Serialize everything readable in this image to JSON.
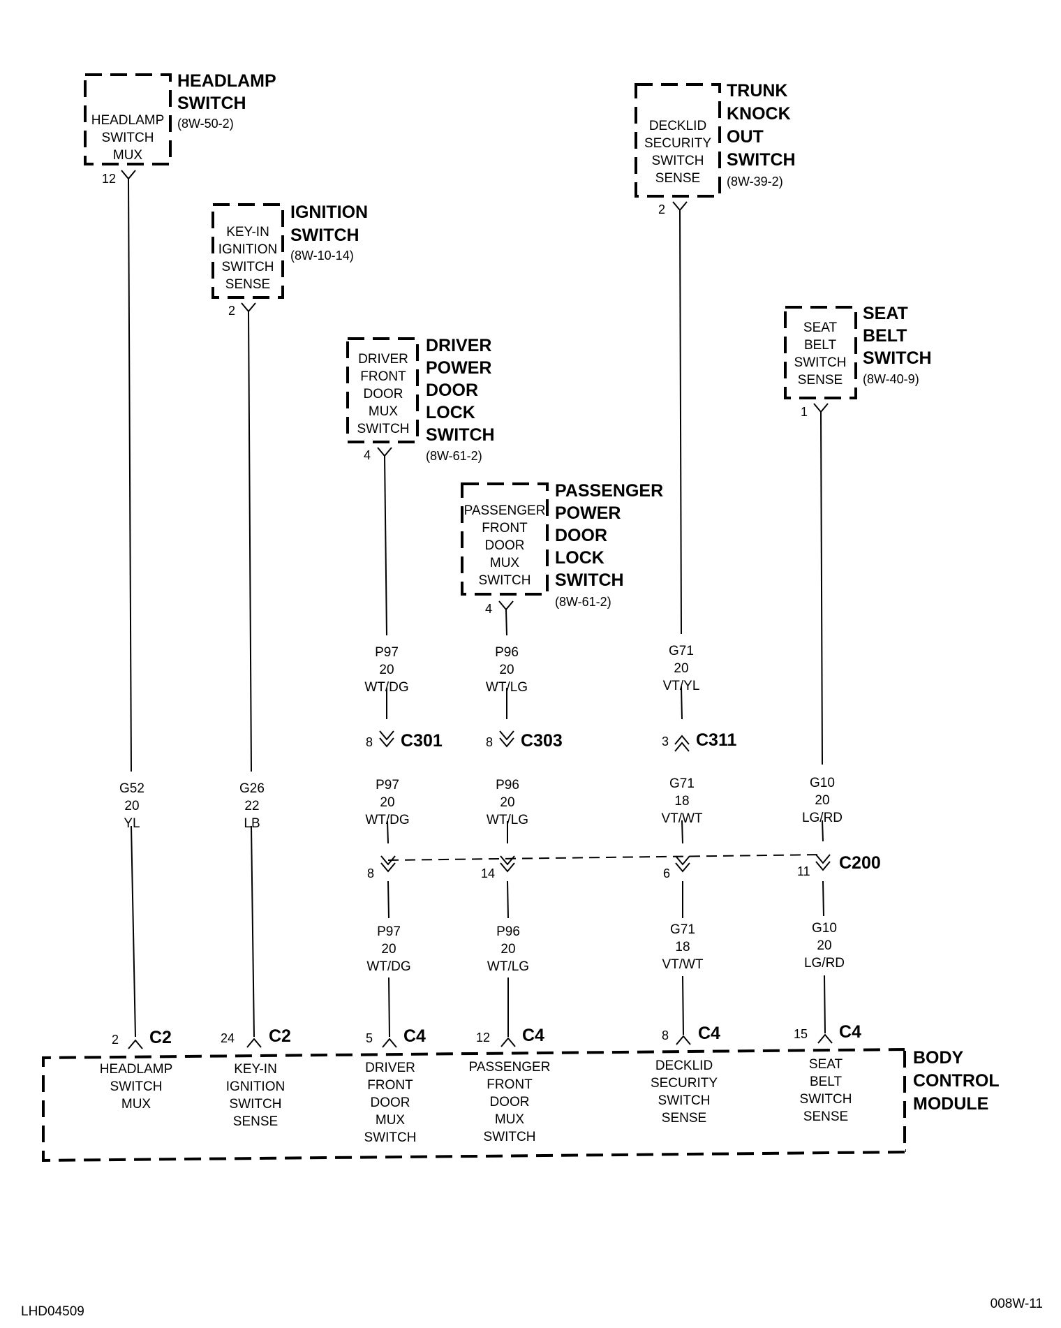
{
  "components": [
    {
      "key": "headlamp",
      "title": [
        "HEADLAMP",
        "SWITCH"
      ],
      "ref": "(8W-50-2)",
      "inner": [
        "HEADLAMP",
        "SWITCH",
        "MUX"
      ],
      "pin": "12"
    },
    {
      "key": "ignition",
      "title": [
        "IGNITION",
        "SWITCH"
      ],
      "ref": "(8W-10-14)",
      "inner": [
        "KEY-IN",
        "IGNITION",
        "SWITCH",
        "SENSE"
      ],
      "pin": "2"
    },
    {
      "key": "driver",
      "title": [
        "DRIVER",
        "POWER",
        "DOOR",
        "LOCK",
        "SWITCH"
      ],
      "ref": "(8W-61-2)",
      "inner": [
        "DRIVER",
        "FRONT",
        "DOOR",
        "MUX",
        "SWITCH"
      ],
      "pin": "4"
    },
    {
      "key": "passenger",
      "title": [
        "PASSENGER",
        "POWER",
        "DOOR",
        "LOCK",
        "SWITCH"
      ],
      "ref": "(8W-61-2)",
      "inner": [
        "PASSENGER",
        "FRONT",
        "DOOR",
        "MUX",
        "SWITCH"
      ],
      "pin": "4"
    },
    {
      "key": "trunk",
      "title": [
        "TRUNK",
        "KNOCK",
        "OUT",
        "SWITCH"
      ],
      "ref": "(8W-39-2)",
      "inner": [
        "DECKLID",
        "SECURITY",
        "SWITCH",
        "SENSE"
      ],
      "pin": "2"
    },
    {
      "key": "seatbelt",
      "title": [
        "SEAT",
        "BELT",
        "SWITCH"
      ],
      "ref": "(8W-40-9)",
      "inner": [
        "SEAT",
        "BELT",
        "SWITCH",
        "SENSE"
      ],
      "pin": "1"
    }
  ],
  "wires": {
    "headlamp_mid": [
      "G52",
      "20",
      "YL"
    ],
    "ignition_mid": [
      "G26",
      "22",
      "LB"
    ],
    "driver_top": [
      "P97",
      "20",
      "WT/DG"
    ],
    "driver_mid": [
      "P97",
      "20",
      "WT/DG"
    ],
    "driver_bot": [
      "P97",
      "20",
      "WT/DG"
    ],
    "passenger_top": [
      "P96",
      "20",
      "WT/LG"
    ],
    "passenger_mid": [
      "P96",
      "20",
      "WT/LG"
    ],
    "passenger_bot": [
      "P96",
      "20",
      "WT/LG"
    ],
    "trunk_top": [
      "G71",
      "20",
      "VT/YL"
    ],
    "trunk_mid": [
      "G71",
      "18",
      "VT/WT"
    ],
    "trunk_bot": [
      "G71",
      "18",
      "VT/WT"
    ],
    "seatbelt_mid": [
      "G10",
      "20",
      "LG/RD"
    ],
    "seatbelt_bot": [
      "G10",
      "20",
      "LG/RD"
    ]
  },
  "inline_connectors": {
    "c301": {
      "name": "C301",
      "pin": "8"
    },
    "c303": {
      "name": "C303",
      "pin": "8"
    },
    "c311": {
      "name": "C311",
      "pin": "3"
    },
    "c200": {
      "name": "C200",
      "pins": [
        "8",
        "14",
        "6",
        "11"
      ]
    }
  },
  "bcm": {
    "title": [
      "BODY",
      "CONTROL",
      "MODULE"
    ],
    "pins": [
      {
        "pin": "2",
        "conn": "C2",
        "label": [
          "HEADLAMP",
          "SWITCH",
          "MUX"
        ]
      },
      {
        "pin": "24",
        "conn": "C2",
        "label": [
          "KEY-IN",
          "IGNITION",
          "SWITCH",
          "SENSE"
        ]
      },
      {
        "pin": "5",
        "conn": "C4",
        "label": [
          "DRIVER",
          "FRONT",
          "DOOR",
          "MUX",
          "SWITCH"
        ]
      },
      {
        "pin": "12",
        "conn": "C4",
        "label": [
          "PASSENGER",
          "FRONT",
          "DOOR",
          "MUX",
          "SWITCH"
        ]
      },
      {
        "pin": "8",
        "conn": "C4",
        "label": [
          "DECKLID",
          "SECURITY",
          "SWITCH",
          "SENSE"
        ]
      },
      {
        "pin": "15",
        "conn": "C4",
        "label": [
          "SEAT",
          "BELT",
          "SWITCH",
          "SENSE"
        ]
      }
    ]
  },
  "footer": {
    "left": "LHD04509",
    "right": "008W-11"
  }
}
